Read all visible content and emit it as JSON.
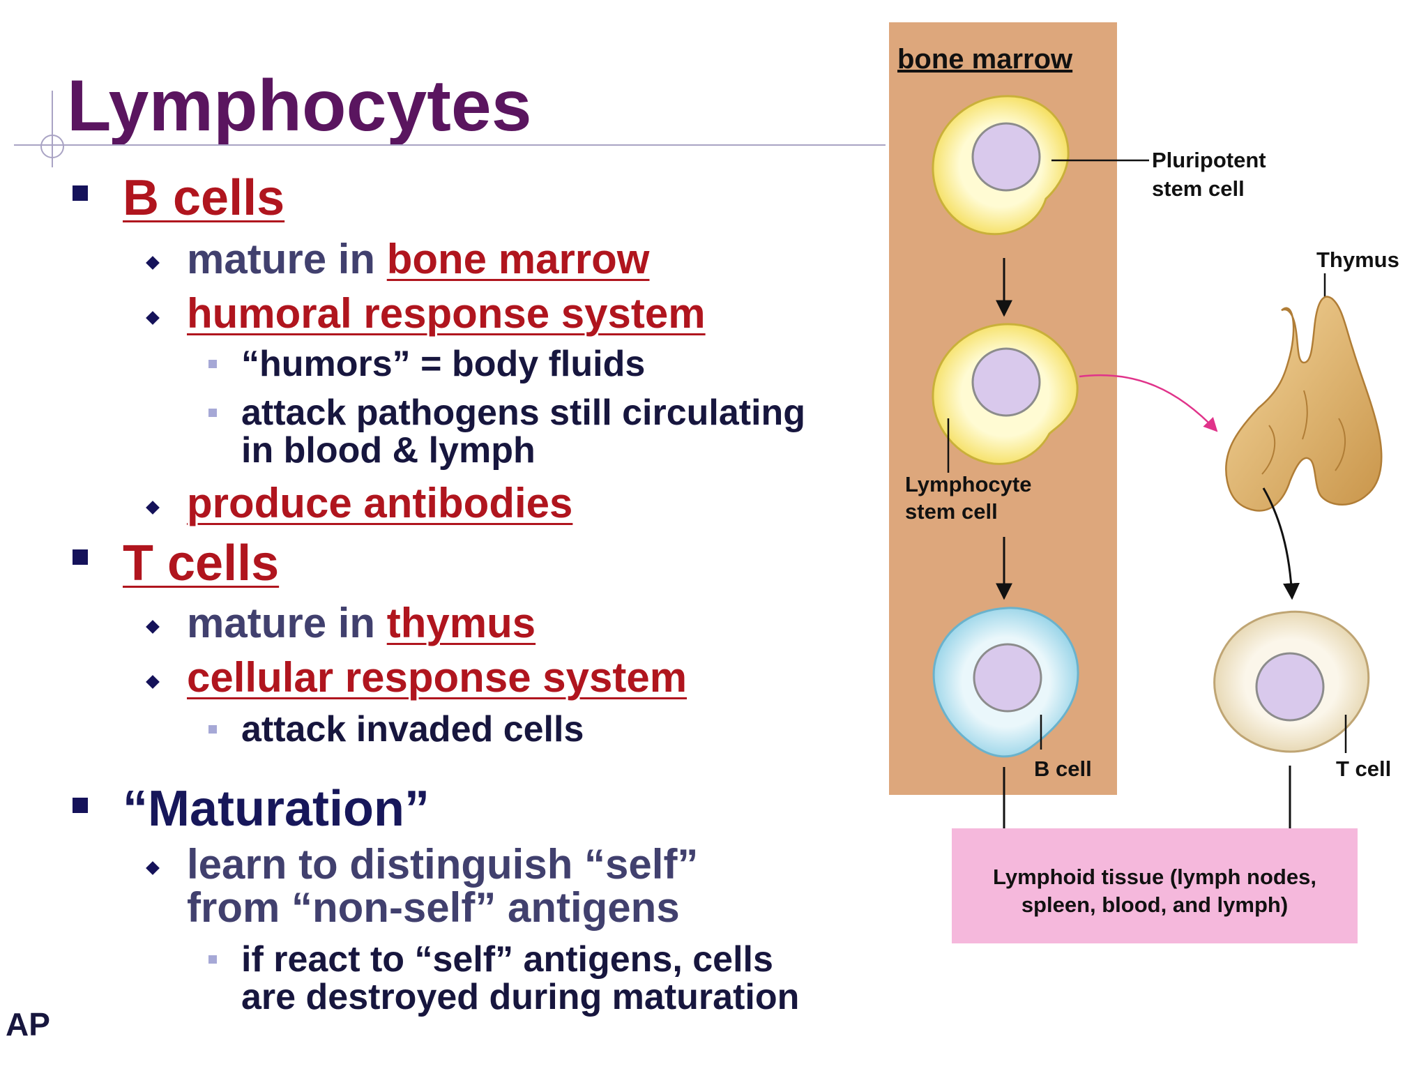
{
  "slide": {
    "title": "Lymphocytes",
    "footer": "AP",
    "b_cells": {
      "heading": "B cells",
      "mature_prefix": "mature in ",
      "mature_place": "bone marrow",
      "humoral": "humoral response system",
      "humors": "“humors” = body fluids",
      "attack_1": "attack pathogens still circulating",
      "attack_2": "in blood & lymph",
      "antibodies": "produce antibodies"
    },
    "t_cells": {
      "heading": "T cells",
      "mature_prefix": "mature in ",
      "mature_place": "thymus",
      "cellular": "cellular response system",
      "attack": "attack invaded cells"
    },
    "maturation": {
      "heading": "“Maturation”",
      "learn_1": "learn to distinguish “self”",
      "learn_2": "from “non-self” antigens",
      "react_1": "if react to “self” antigens, cells",
      "react_2": "are destroyed during maturation"
    }
  },
  "diagram": {
    "bone_marrow": "bone marrow",
    "pluripotent_1": "Pluripotent",
    "pluripotent_2": "stem cell",
    "thymus": "Thymus",
    "lymphocyte_1": "Lymphocyte",
    "lymphocyte_2": "stem cell",
    "b_cell": "B cell",
    "t_cell": "T cell",
    "tissue_1": "Lymphoid tissue (lymph nodes,",
    "tissue_2": "spleen, blood, and lymph)",
    "colors": {
      "marrow_panel": "#dda77c",
      "stem_cell": "#fbf07a",
      "b_cell": "#bde4f1",
      "t_cell": "#f2e5c8",
      "nucleus": "#d9c9ec",
      "tissue_box": "#f5b8dc",
      "thymus": "#e4bd7a",
      "magenta_arrow": "#e0338a"
    }
  }
}
